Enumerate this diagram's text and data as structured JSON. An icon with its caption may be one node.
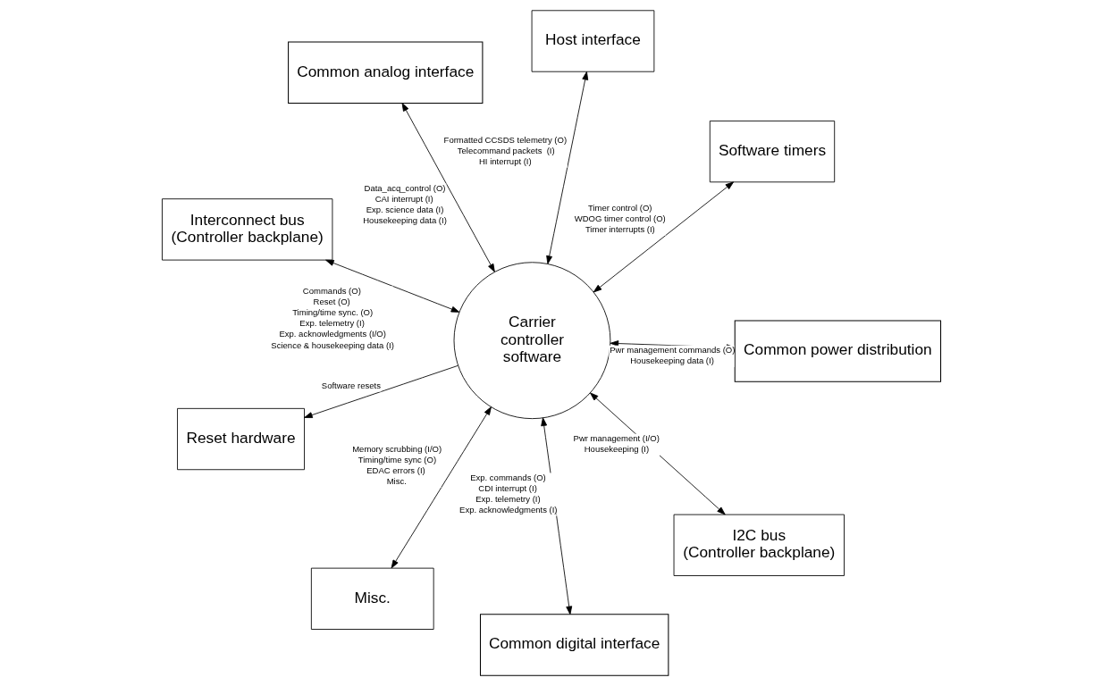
{
  "diagram": {
    "nodes": [
      {
        "text": [
          "Interconnect bus",
          "(Controller backplane)"
        ]
      },
      {
        "text": [
          "Software timers"
        ]
      },
      {
        "text": [
          "Common digital interface"
        ]
      },
      {
        "text": [
          "Host interface"
        ]
      },
      {
        "text": [
          "Carrier controller software"
        ]
      },
      {
        "text": [
          "Common analog interface"
        ]
      },
      {
        "text": [
          "Reset hardware"
        ]
      },
      {
        "text": [
          "Common power distribution"
        ]
      },
      {
        "text": [
          "Misc."
        ]
      },
      {
        "text": [
          "I2C bus",
          "(Controller backplane)"
        ]
      }
    ],
    "edges": [
      {
        "from": 4,
        "to": 0,
        "arrow": "both",
        "label": [
          "Commands (O)",
          "Reset (O)",
          "Timing/time sync. (O)",
          "Exp. telemetry (I)",
          "Exp. acknowledgments (I/O)",
          "Science & housekeeping data (I)"
        ]
      },
      {
        "from": 4,
        "to": 1,
        "arrow": "both",
        "label": [
          "Timer control (O)",
          "WDOG timer control (O)",
          "Timer interrupts (I)"
        ]
      },
      {
        "from": 4,
        "to": 2,
        "arrow": "both",
        "label": [
          "Exp. commands (O)",
          "CDI interrupt (I)",
          "Exp. telemetry (I)",
          "Exp. acknowledgments (I)"
        ]
      },
      {
        "from": 4,
        "to": 3,
        "arrow": "both",
        "label": [
          "Formatted CCSDS telemetry (O)",
          "Telecommand packets  (I)",
          "HI interrupt (I)"
        ]
      },
      {
        "from": 4,
        "to": 5,
        "arrow": "both",
        "label": [
          "Data_acq_control (O)",
          "CAI interrupt (I)",
          "Exp. science data (I)",
          "Housekeeping data (I)"
        ]
      },
      {
        "from": 4,
        "to": 6,
        "arrow": "to",
        "label": [
          "Software resets"
        ]
      },
      {
        "from": 4,
        "to": 7,
        "arrow": "both",
        "label": [
          "Pwr management commands (O)",
          "Housekeeping data (I)"
        ]
      },
      {
        "from": 4,
        "to": 8,
        "arrow": "both",
        "label": [
          "Memory scrubbing (I/O)",
          "Timing/time sync (O)",
          "EDAC errors (I)",
          "Misc."
        ]
      },
      {
        "from": 4,
        "to": 9,
        "arrow": "both",
        "label": [
          "Pwr management (I/O)",
          "Housekeeping (I)"
        ]
      }
    ]
  }
}
